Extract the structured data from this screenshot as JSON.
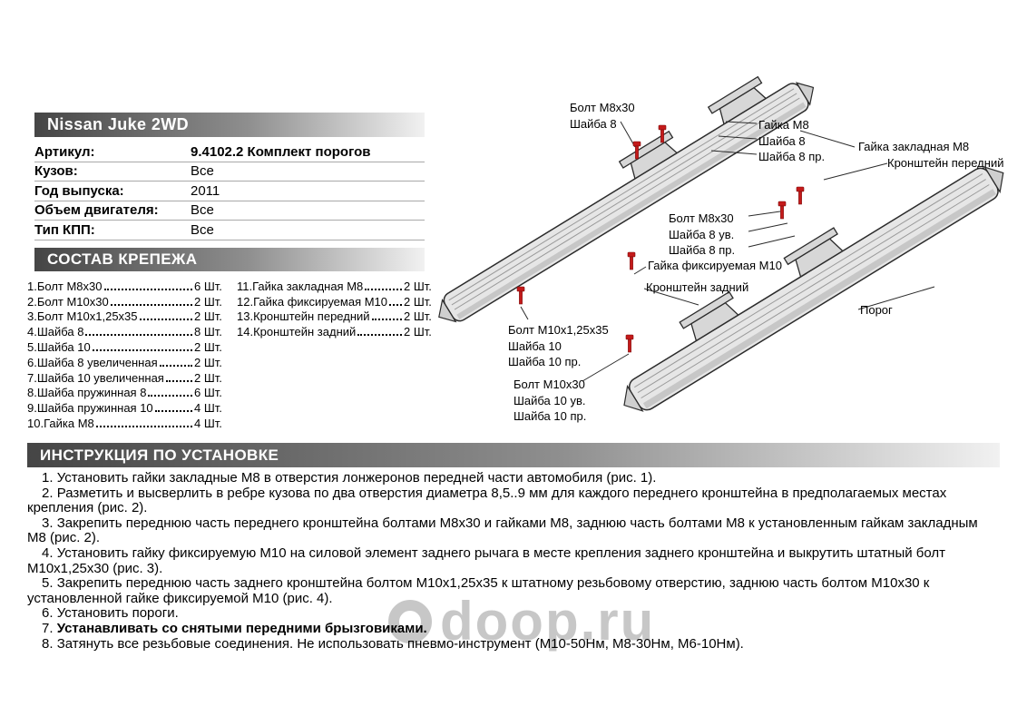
{
  "colors": {
    "bar_gradient_dark": "#454545",
    "bar_gradient_light": "#f1f1f1",
    "bolt_red": "#c41a1a",
    "watermark_gray": "#9b9b9b"
  },
  "header": {
    "title": "Nissan Juke 2WD"
  },
  "specs": {
    "rows": [
      {
        "label": "Артикул:",
        "value": "9.4102.2 Комплект порогов"
      },
      {
        "label": "Кузов:",
        "value": "Все"
      },
      {
        "label": "Год выпуска:",
        "value": "2011"
      },
      {
        "label": "Объем двигателя:",
        "value": "Все"
      },
      {
        "label": "Тип КПП:",
        "value": "Все"
      }
    ]
  },
  "fasteners": {
    "title": "СОСТАВ КРЕПЕЖА",
    "col1": [
      {
        "name": "1.Болт М8х30",
        "qty": "6 Шт."
      },
      {
        "name": "2.Болт М10х30",
        "qty": "2 Шт."
      },
      {
        "name": "3.Болт М10х1,25х35",
        "qty": "2 Шт."
      },
      {
        "name": "4.Шайба 8",
        "qty": "8 Шт."
      },
      {
        "name": "5.Шайба 10",
        "qty": "2 Шт."
      },
      {
        "name": "6.Шайба 8 увеличенная",
        "qty": "2 Шт."
      },
      {
        "name": "7.Шайба 10 увеличенная",
        "qty": "2 Шт."
      },
      {
        "name": "8.Шайба пружинная 8",
        "qty": "6 Шт."
      },
      {
        "name": "9.Шайба пружинная 10",
        "qty": "4 Шт."
      },
      {
        "name": "10.Гайка М8",
        "qty": "4 Шт."
      }
    ],
    "col2": [
      {
        "name": "11.Гайка закладная М8",
        "qty": "2 Шт."
      },
      {
        "name": "12.Гайка фиксируемая М10",
        "qty": "2 Шт."
      },
      {
        "name": "13.Кронштейн передний",
        "qty": "2 Шт."
      },
      {
        "name": "14.Кронштейн задний",
        "qty": "2 Шт."
      }
    ]
  },
  "diagram": {
    "callouts": [
      {
        "lines": [
          "Болт М8х30",
          "Шайба 8"
        ]
      },
      {
        "lines": [
          "Гайка М8",
          "Шайба 8",
          "Шайба 8 пр."
        ]
      },
      {
        "lines": [
          "Гайка закладная М8"
        ]
      },
      {
        "lines": [
          "Кронштейн передний"
        ]
      },
      {
        "lines": [
          "Болт М8х30",
          "Шайба 8 ув.",
          "Шайба 8 пр."
        ]
      },
      {
        "lines": [
          "Гайка фиксируемая М10"
        ]
      },
      {
        "lines": [
          "Кронштейн задний"
        ]
      },
      {
        "lines": [
          "Болт М10х1,25х35",
          "Шайба 10",
          "Шайба 10 пр."
        ]
      },
      {
        "lines": [
          "Болт М10х30",
          "Шайба 10 ув.",
          "Шайба 10 пр."
        ]
      },
      {
        "lines": [
          "Порог"
        ]
      }
    ]
  },
  "instructions": {
    "title": "ИНСТРУКЦИЯ ПО УСТАНОВКЕ",
    "items": [
      {
        "num": "1.",
        "text": "Установить гайки закладные М8 в отверстия лонжеронов передней части автомобиля (рис. 1)."
      },
      {
        "num": "2.",
        "text": "Разметить и высверлить в ребре кузова по два отверстия диаметра 8,5..9 мм для каждого переднего кронштейна в предполагаемых местах крепления (рис. 2)."
      },
      {
        "num": "3.",
        "text": "Закрепить переднюю часть переднего кронштейна болтами М8х30 и гайками М8, заднюю часть болтами М8 к установленным гайкам закладным М8 (рис. 2)."
      },
      {
        "num": "4.",
        "text": "Установить гайку фиксируемую М10 на силовой элемент заднего рычага в месте крепления заднего кронштейна и выкрутить штатный болт М10х1,25х30 (рис. 3)."
      },
      {
        "num": "5.",
        "text": "Закрепить переднюю часть заднего кронштейна болтом М10х1,25х35 к штатному резьбовому отверстию, заднюю часть болтом М10х30 к установленной гайке фиксируемой М10 (рис. 4)."
      },
      {
        "num": "6.",
        "text": "Установить пороги."
      },
      {
        "num": "7.",
        "text": "Устанавливать со снятыми передними брызговиками."
      },
      {
        "num": "8.",
        "text": "Затянуть все резьбовые соединения. Не использовать пневмо-инструмент (М10-50Нм, М8-30Нм, М6-10Нм)."
      }
    ]
  },
  "watermark": {
    "text": "doop.ru"
  }
}
